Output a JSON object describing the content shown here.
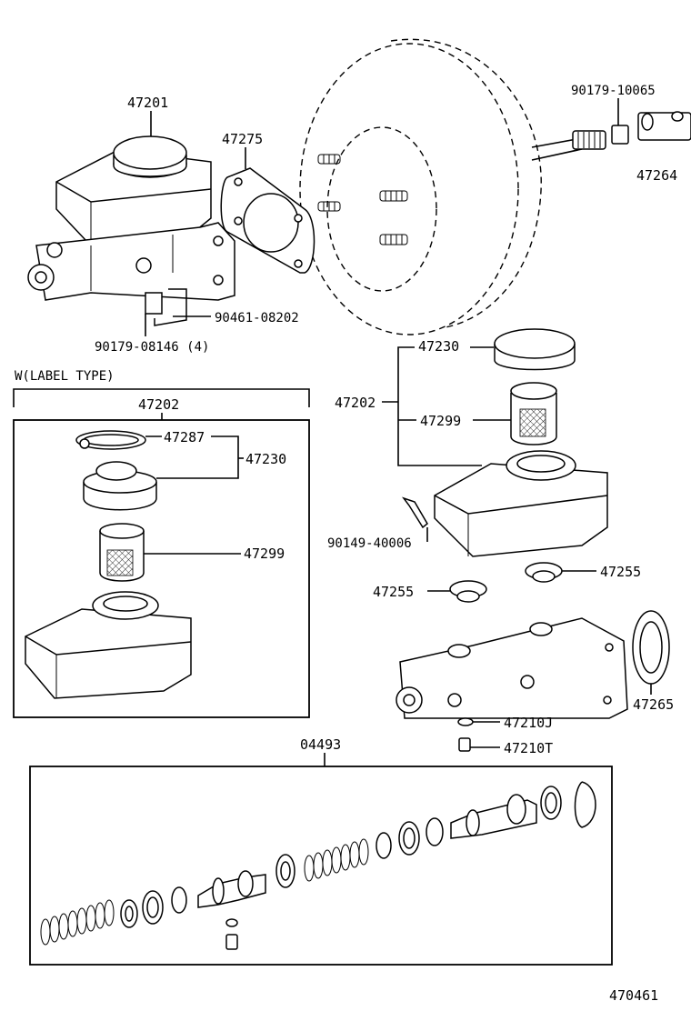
{
  "diagram_id": "470461",
  "labels": {
    "p47201": "47201",
    "p47275": "47275",
    "p90179_10065": "90179-10065",
    "p47264": "47264",
    "p90461_08202": "90461-08202",
    "p90179_08146": "90179-08146 (4)",
    "w_label_type": "W(LABEL TYPE)",
    "p47202_left": "47202",
    "p47287": "47287",
    "p47230_left": "47230",
    "p47299_left": "47299",
    "p47230_right": "47230",
    "p47202_right": "47202",
    "p47299_right": "47299",
    "p90149_40006": "90149-40006",
    "p47255_right": "47255",
    "p47255_left": "47255",
    "p47265": "47265",
    "p47210J": "47210J",
    "p47210T": "47210T",
    "p04493": "04493"
  }
}
